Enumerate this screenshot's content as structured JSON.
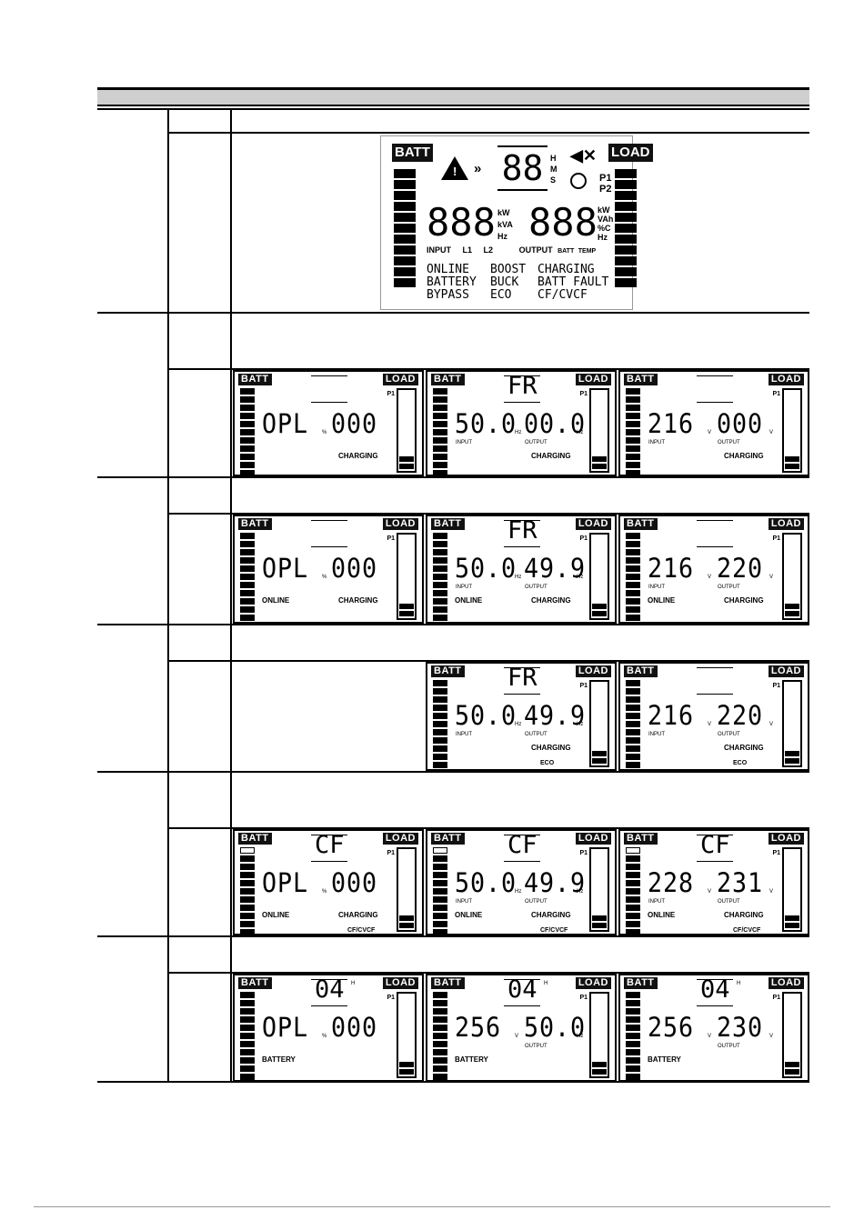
{
  "main_lcd": {
    "batt_tag": "BATT",
    "load_tag": "LOAD",
    "top_digits": "88",
    "hms": [
      "H",
      "M",
      "S"
    ],
    "p_labels": [
      "P1",
      "P2"
    ],
    "left_digits": "888",
    "left_units": [
      "kW",
      "kVA",
      "Hz"
    ],
    "right_digits": "888",
    "right_units": [
      "kW",
      "VAh",
      "%C",
      "Hz"
    ],
    "label_row": [
      "INPUT",
      "L1",
      "L2",
      "OUTPUT",
      "BATT",
      "TEMP"
    ],
    "status_col1": [
      "ONLINE",
      "BATTERY",
      "BYPASS"
    ],
    "status_col2": [
      "BOOST",
      "BUCK",
      "ECO"
    ],
    "status_col3": [
      "CHARGING",
      "BATT FAULT",
      "CF/CVCF"
    ]
  },
  "rows": [
    {
      "panels": [
        {
          "top": "",
          "left": "OPL",
          "left_unit": "%",
          "right": "000",
          "right_unit": "",
          "input": "",
          "output": "",
          "status_l": "",
          "status_r": "CHARGING",
          "status_b": "",
          "batt": [
            1,
            1,
            1,
            1,
            1,
            1,
            1,
            1,
            1,
            1,
            1
          ],
          "load": 2
        },
        {
          "top": "FR",
          "left": "50.0",
          "left_unit": "Hz",
          "right": "00.0",
          "right_unit": "Hz",
          "input": "INPUT",
          "output": "OUTPUT",
          "status_l": "",
          "status_r": "CHARGING",
          "status_b": "",
          "batt": [
            1,
            1,
            1,
            1,
            1,
            1,
            1,
            1,
            1,
            1,
            1
          ],
          "load": 2
        },
        {
          "top": "",
          "left": "216",
          "left_unit": "V",
          "right": "000",
          "right_unit": "V",
          "input": "INPUT",
          "output": "OUTPUT",
          "status_l": "",
          "status_r": "CHARGING",
          "status_b": "",
          "batt": [
            1,
            1,
            1,
            1,
            1,
            1,
            1,
            1,
            1,
            1,
            1
          ],
          "load": 2
        }
      ]
    },
    {
      "panels": [
        {
          "top": "",
          "left": "OPL",
          "left_unit": "%",
          "right": "000",
          "right_unit": "",
          "input": "",
          "output": "",
          "status_l": "ONLINE",
          "status_r": "CHARGING",
          "status_b": "",
          "batt": [
            1,
            1,
            1,
            1,
            1,
            1,
            1,
            1,
            1,
            1,
            1
          ],
          "load": 2
        },
        {
          "top": "FR",
          "left": "50.0",
          "left_unit": "Hz",
          "right": "49.9",
          "right_unit": "Hz",
          "input": "INPUT",
          "output": "OUTPUT",
          "status_l": "ONLINE",
          "status_r": "CHARGING",
          "status_b": "",
          "batt": [
            1,
            1,
            1,
            1,
            1,
            1,
            1,
            1,
            1,
            1,
            1
          ],
          "load": 2
        },
        {
          "top": "",
          "left": "216",
          "left_unit": "V",
          "right": "220",
          "right_unit": "V",
          "input": "INPUT",
          "output": "OUTPUT",
          "status_l": "ONLINE",
          "status_r": "CHARGING",
          "status_b": "",
          "batt": [
            1,
            1,
            1,
            1,
            1,
            1,
            1,
            1,
            1,
            1,
            1
          ],
          "load": 2
        }
      ]
    },
    {
      "panels": [
        null,
        {
          "top": "FR",
          "left": "50.0",
          "left_unit": "Hz",
          "right": "49.9",
          "right_unit": "Hz",
          "input": "INPUT",
          "output": "OUTPUT",
          "status_l": "",
          "status_r": "CHARGING",
          "status_b": "ECO",
          "batt": [
            1,
            1,
            1,
            1,
            1,
            1,
            1,
            1,
            1,
            1,
            1
          ],
          "load": 2
        },
        {
          "top": "",
          "left": "216",
          "left_unit": "V",
          "right": "220",
          "right_unit": "V",
          "input": "INPUT",
          "output": "OUTPUT",
          "status_l": "",
          "status_r": "CHARGING",
          "status_b": "ECO",
          "batt": [
            1,
            1,
            1,
            1,
            1,
            1,
            1,
            1,
            1,
            1,
            1
          ],
          "load": 2
        }
      ]
    },
    {
      "panels": [
        {
          "top": "CF",
          "left": "OPL",
          "left_unit": "%",
          "right": "000",
          "right_unit": "",
          "input": "",
          "output": "",
          "status_l": "ONLINE",
          "status_r": "CHARGING",
          "status_b": "CF/CVCF",
          "batt": [
            0,
            1,
            1,
            1,
            1,
            1,
            1,
            1,
            1,
            1,
            1
          ],
          "load": 2
        },
        {
          "top": "CF",
          "left": "50.0",
          "left_unit": "Hz",
          "right": "49.9",
          "right_unit": "Hz",
          "input": "INPUT",
          "output": "OUTPUT",
          "status_l": "ONLINE",
          "status_r": "CHARGING",
          "status_b": "CF/CVCF",
          "batt": [
            0,
            1,
            1,
            1,
            1,
            1,
            1,
            1,
            1,
            1,
            1
          ],
          "load": 2
        },
        {
          "top": "CF",
          "left": "228",
          "left_unit": "V",
          "right": "231",
          "right_unit": "V",
          "input": "INPUT",
          "output": "OUTPUT",
          "status_l": "ONLINE",
          "status_r": "CHARGING",
          "status_b": "CF/CVCF",
          "batt": [
            0,
            1,
            1,
            1,
            1,
            1,
            1,
            1,
            1,
            1,
            1
          ],
          "load": 2
        }
      ]
    },
    {
      "panels": [
        {
          "top": "04",
          "top_unit": "H",
          "left": "OPL",
          "left_unit": "%",
          "right": "000",
          "right_unit": "",
          "input": "",
          "output": "",
          "status_l": "BATTERY",
          "status_r": "",
          "status_b": "",
          "batt": [
            1,
            1,
            1,
            1,
            1,
            1,
            1,
            1,
            1,
            1,
            1
          ],
          "load": 2
        },
        {
          "top": "04",
          "top_unit": "H",
          "left": "256",
          "left_unit": "V",
          "right": "50.0",
          "right_unit": "Hz",
          "input": "",
          "output": "OUTPUT",
          "status_l": "BATTERY",
          "status_r": "",
          "status_b": "",
          "batt": [
            1,
            1,
            1,
            1,
            1,
            1,
            1,
            1,
            1,
            1,
            1
          ],
          "load": 2
        },
        {
          "top": "04",
          "top_unit": "H",
          "left": "256",
          "left_unit": "V",
          "right": "230",
          "right_unit": "V",
          "input": "",
          "output": "OUTPUT",
          "status_l": "BATTERY",
          "status_r": "",
          "status_b": "",
          "batt": [
            1,
            1,
            1,
            1,
            1,
            1,
            1,
            1,
            1,
            1,
            1
          ],
          "load": 2
        }
      ]
    }
  ],
  "panel_tags": {
    "batt": "BATT",
    "load": "LOAD",
    "p1": "P1"
  }
}
